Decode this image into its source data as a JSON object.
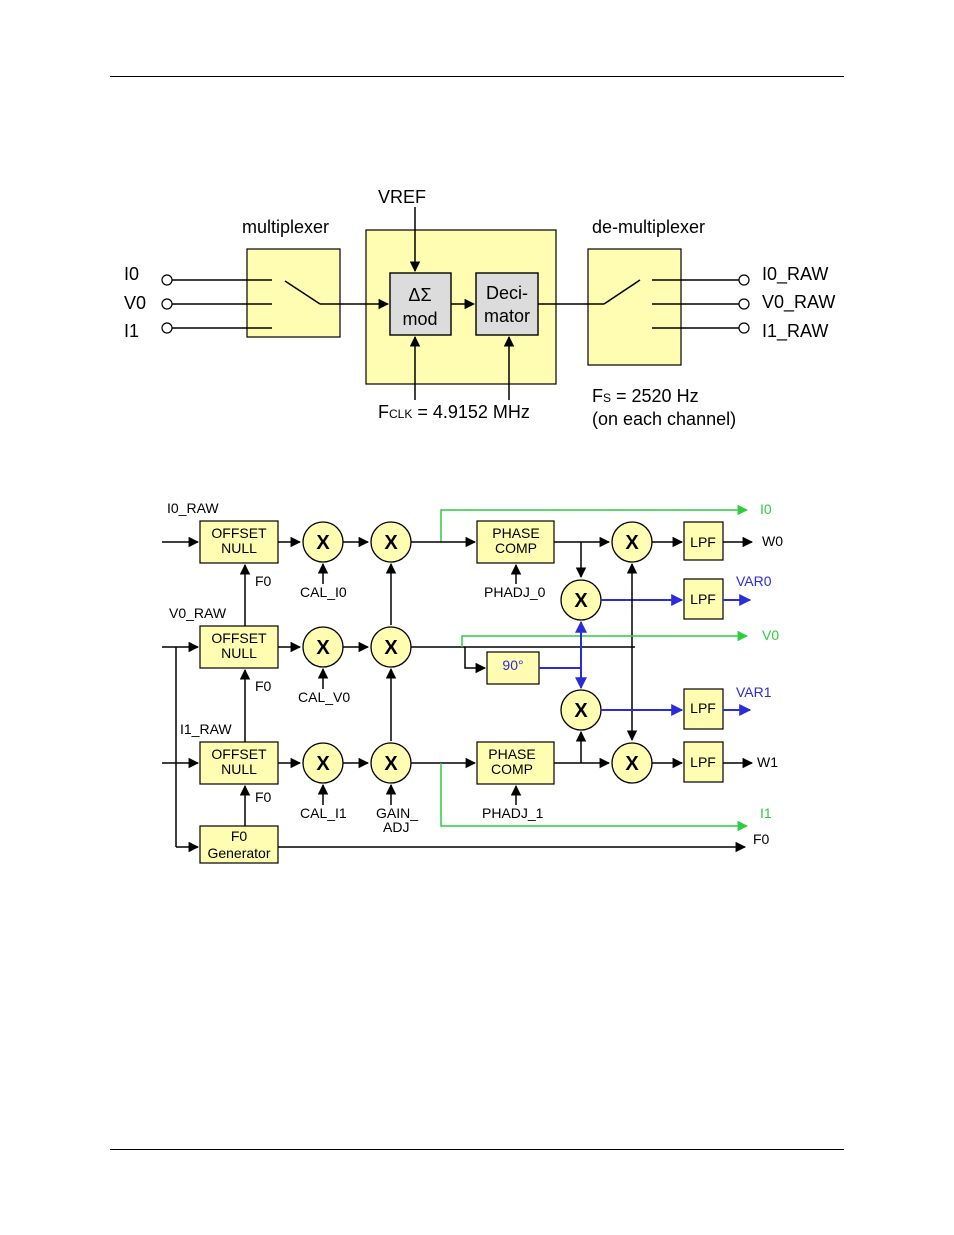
{
  "fig1": {
    "vref": "VREF",
    "mux": "multiplexer",
    "demux": "de-multiplexer",
    "in0": "I0",
    "in1": "V0",
    "in2": "I1",
    "out0": "I0_RAW",
    "out1": "V0_RAW",
    "out2": "I1_RAW",
    "dsig1": "ΔΣ",
    "dsig2": "mod",
    "dec1": "Deci-",
    "dec2": "mator",
    "fclk_f": "F",
    "fclk_sub": "CLK",
    "fclk_val": " = 4.9152 MHz",
    "fs_f": "F",
    "fs_sub": "S",
    "fs_val": " = 2520 Hz",
    "fs_note": "(on each channel)"
  },
  "fig2": {
    "i0raw": "I0_RAW",
    "v0raw": "V0_RAW",
    "i1raw": "I1_RAW",
    "offset1": "OFFSET",
    "offset2": "NULL",
    "f0": "F0",
    "gen1": "F0",
    "gen2": "Generator",
    "x": "X",
    "cal_i0": "CAL_I0",
    "cal_v0": "CAL_V0",
    "cal_i1": "CAL_I1",
    "gain1": "GAIN_",
    "gain2": "ADJ",
    "phase1": "PHASE",
    "phase2": "COMP",
    "phadj0": "PHADJ_0",
    "phadj1": "PHADJ_1",
    "deg90": "90°",
    "lpf": "LPF",
    "out_i0": "I0",
    "out_w0": "W0",
    "out_var0": "VAR0",
    "out_v0": "V0",
    "out_var1": "VAR1",
    "out_w1": "W1",
    "out_i1": "I1",
    "out_f0": "F0"
  }
}
